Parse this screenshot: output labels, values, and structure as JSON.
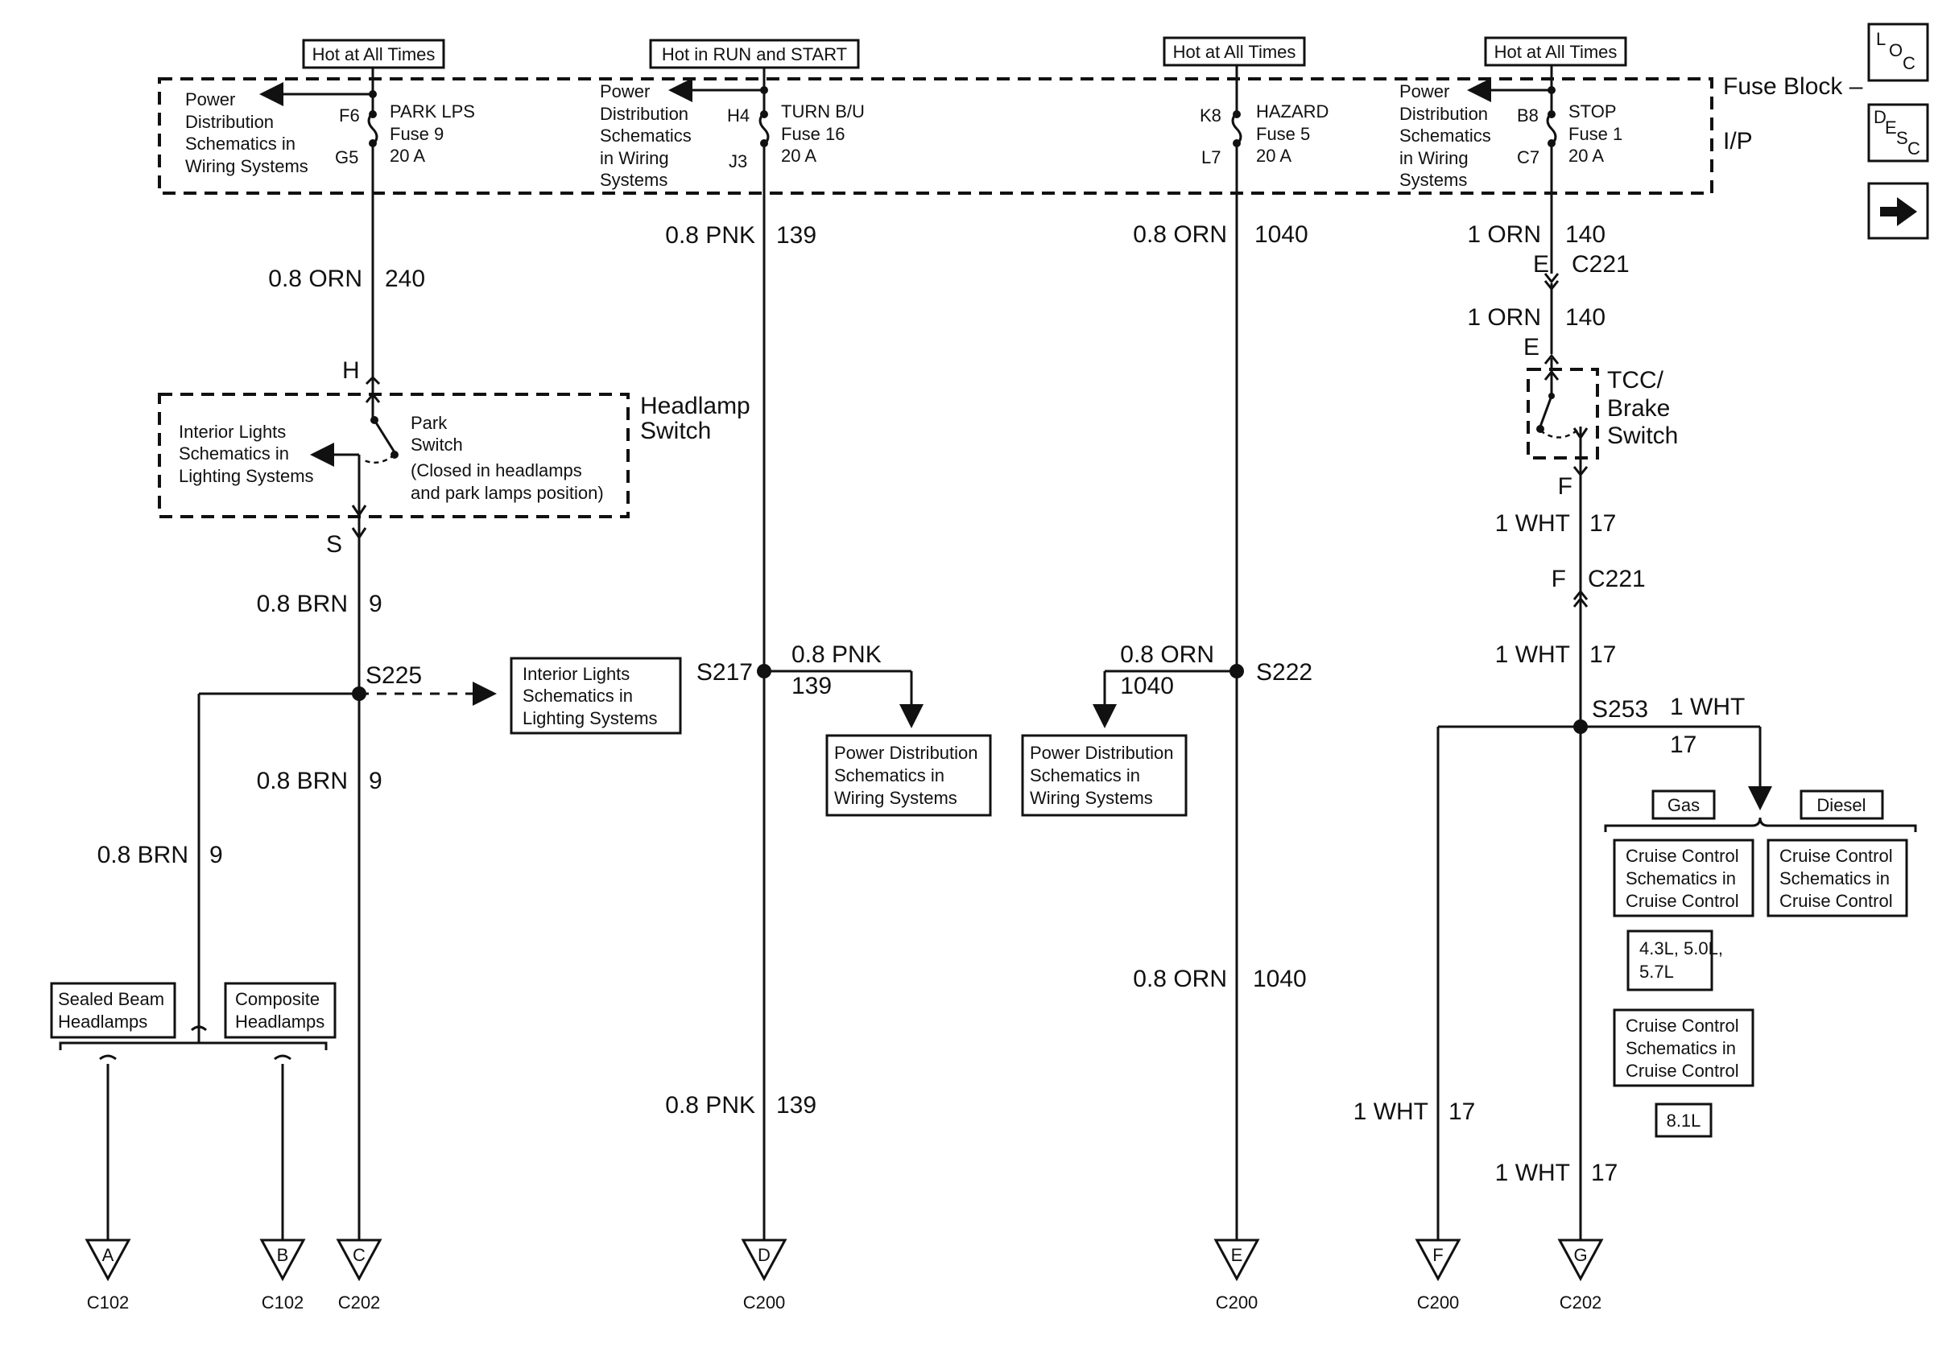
{
  "supply": {
    "hot_all_times": "Hot at All Times",
    "hot_run_start": "Hot in RUN and START",
    "fuse_block_label": "Fuse Block –",
    "fuse_block_label2": "I/P"
  },
  "fuses": [
    {
      "in_pin": "F6",
      "out_pin": "G5",
      "name": "PARK LPS",
      "fuse": "Fuse 9",
      "rating": "20 A"
    },
    {
      "in_pin": "H4",
      "out_pin": "J3",
      "name": "TURN B/U",
      "fuse": "Fuse 16",
      "rating": "20 A"
    },
    {
      "in_pin": "K8",
      "out_pin": "L7",
      "name": "HAZARD",
      "fuse": "Fuse 5",
      "rating": "20 A"
    },
    {
      "in_pin": "B8",
      "out_pin": "C7",
      "name": "STOP",
      "fuse": "Fuse 1",
      "rating": "20 A"
    }
  ],
  "refs": {
    "pd_wiring": [
      "Power",
      "Distribution",
      "Schematics in",
      "Wiring Systems"
    ],
    "pd_in_wiring": [
      "Power",
      "Distribution",
      "Schematics",
      "in Wiring",
      "Systems"
    ],
    "interior_lights": [
      "Interior Lights",
      "Schematics in",
      "Lighting Systems"
    ],
    "pd_box": [
      "Power Distribution",
      "Schematics in",
      "Wiring Systems"
    ],
    "cruise": [
      "Cruise Control",
      "Schematics in",
      "Cruise Control"
    ]
  },
  "wires": {
    "w240": {
      "gauge": "0.8 ORN",
      "circuit": "240"
    },
    "w139": {
      "gauge": "0.8 PNK",
      "circuit": "139"
    },
    "w1040": {
      "gauge": "0.8 ORN",
      "circuit": "1040"
    },
    "w140": {
      "gauge": "1 ORN",
      "circuit": "140"
    },
    "w9": {
      "gauge": "0.8 BRN",
      "circuit": "9"
    },
    "w17": {
      "gauge": "1 WHT",
      "circuit": "17"
    }
  },
  "headlamp_switch": {
    "title": "Headlamp",
    "title2": "Switch",
    "park": "Park",
    "switch": "Switch",
    "note1": "(Closed in headlamps",
    "note2": "and park lamps position)",
    "pin_in": "H",
    "pin_out": "S"
  },
  "tcc": {
    "line1": "TCC/",
    "line2": "Brake",
    "line3": "Switch",
    "pin_in": "E",
    "pin_out": "F"
  },
  "connectors": {
    "c221": "C221",
    "pin_e": "E",
    "pin_f": "F"
  },
  "splices": {
    "s225": "S225",
    "s217": "S217",
    "s222": "S222",
    "s253": "S253"
  },
  "options": {
    "sealed": [
      "Sealed Beam",
      "Headlamps"
    ],
    "composite": [
      "Composite",
      "Headlamps"
    ],
    "gas": "Gas",
    "diesel": "Diesel",
    "engines1": [
      "4.3L, 5.0L,",
      "5.7L"
    ],
    "engines2": "8.1L"
  },
  "terminals": [
    {
      "letter": "A",
      "conn": "C102"
    },
    {
      "letter": "B",
      "conn": "C102"
    },
    {
      "letter": "C",
      "conn": "C202"
    },
    {
      "letter": "D",
      "conn": "C200"
    },
    {
      "letter": "E",
      "conn": "C200"
    },
    {
      "letter": "F",
      "conn": "C200"
    },
    {
      "letter": "G",
      "conn": "C202"
    }
  ],
  "nav": {
    "loc": [
      "L",
      "O",
      "C"
    ],
    "desc": [
      "D",
      "E",
      "S",
      "C"
    ],
    "next": "next-arrow-icon"
  }
}
